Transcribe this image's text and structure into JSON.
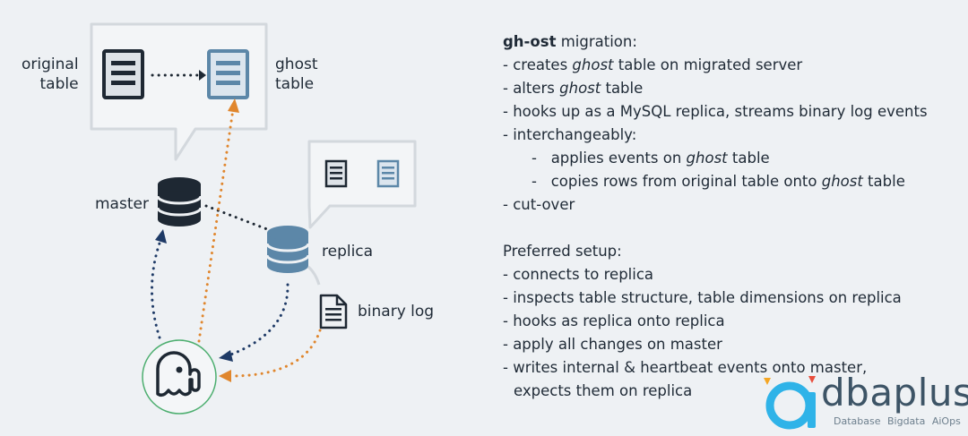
{
  "diagram": {
    "labels": {
      "original_table": [
        "original",
        "table"
      ],
      "ghost_table": [
        "ghost",
        "table"
      ],
      "master": "master",
      "replica": "replica",
      "binary_log": "binary log"
    },
    "icons": [
      "document-icon",
      "database-icon",
      "gh-ost-logo-icon"
    ],
    "colors": {
      "dark": "#1e2833",
      "blue": "#5c87a8",
      "orange": "#e0862d",
      "logo_ring": "#4cae6f",
      "bubble_border": "#d3d8dd"
    }
  },
  "notes": {
    "title_bold": "gh-ost",
    "title_rest": " migration:",
    "migration": [
      {
        "indent": 0,
        "parts": [
          "- creates ",
          {
            "i": "ghost"
          },
          " table on migrated server"
        ]
      },
      {
        "indent": 0,
        "parts": [
          "- alters ",
          {
            "i": "ghost"
          },
          " table"
        ]
      },
      {
        "indent": 0,
        "parts": [
          "- hooks up as a MySQL replica, streams binary log events"
        ]
      },
      {
        "indent": 0,
        "parts": [
          "- interchangeably:"
        ]
      },
      {
        "indent": 1,
        "parts": [
          "-   applies events on ",
          {
            "i": "ghost"
          },
          " table"
        ]
      },
      {
        "indent": 1,
        "parts": [
          "-   copies rows from original table onto ",
          {
            "i": "ghost"
          },
          " table"
        ]
      },
      {
        "indent": 0,
        "parts": [
          "- cut-over"
        ]
      }
    ],
    "preferred_title": "Preferred setup:",
    "preferred": [
      {
        "indent": 0,
        "parts": [
          "- connects to replica"
        ]
      },
      {
        "indent": 0,
        "parts": [
          "- inspects table structure, table dimensions on replica"
        ]
      },
      {
        "indent": 0,
        "parts": [
          "- hooks as replica onto replica"
        ]
      },
      {
        "indent": 0,
        "parts": [
          "- apply all changes on master"
        ]
      },
      {
        "indent": 0,
        "parts": [
          "- writes internal & heartbeat events onto master,"
        ]
      },
      {
        "indent": 2,
        "parts": [
          "expects them on replica"
        ]
      }
    ]
  },
  "logo": {
    "word": "dbaplus",
    "tagline": "Database Bigdata AiOps",
    "colors": {
      "ring": "#2fb3e8",
      "dot_left": "#f5a623",
      "dot_right": "#e94e3d",
      "word": "#3d5466"
    }
  }
}
